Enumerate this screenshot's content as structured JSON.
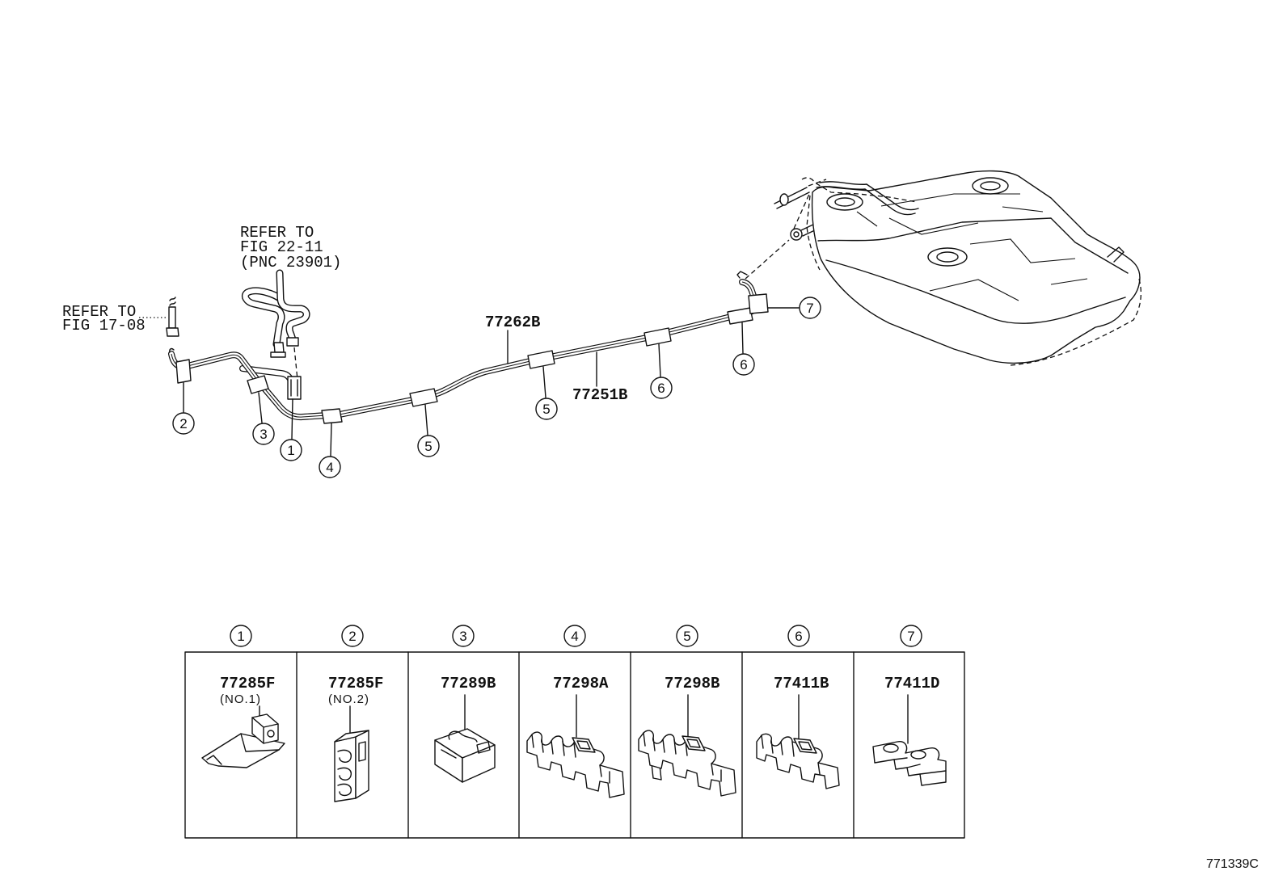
{
  "diagram": {
    "refer_notes": [
      {
        "lines": [
          "REFER TO",
          "FIG 22-11",
          "(PNC 23901)"
        ]
      },
      {
        "lines": [
          "REFER TO",
          "FIG 17-08"
        ]
      }
    ],
    "part_labels": {
      "upper_tube": "77262B",
      "lower_tube": "77251B"
    },
    "callouts": [
      "1",
      "2",
      "3",
      "4",
      "5",
      "5",
      "6",
      "6",
      "7"
    ]
  },
  "legend_table": {
    "columns": [
      {
        "number": "1",
        "part_no": "77285F",
        "note": "(NO.1)"
      },
      {
        "number": "2",
        "part_no": "77285F",
        "note": "(NO.2)"
      },
      {
        "number": "3",
        "part_no": "77289B"
      },
      {
        "number": "4",
        "part_no": "77298A"
      },
      {
        "number": "5",
        "part_no": "77298B"
      },
      {
        "number": "6",
        "part_no": "77411B"
      },
      {
        "number": "7",
        "part_no": "77411D"
      }
    ]
  },
  "illustration_code": "771339C",
  "colors": {
    "line": "#111111",
    "background": "#ffffff"
  }
}
